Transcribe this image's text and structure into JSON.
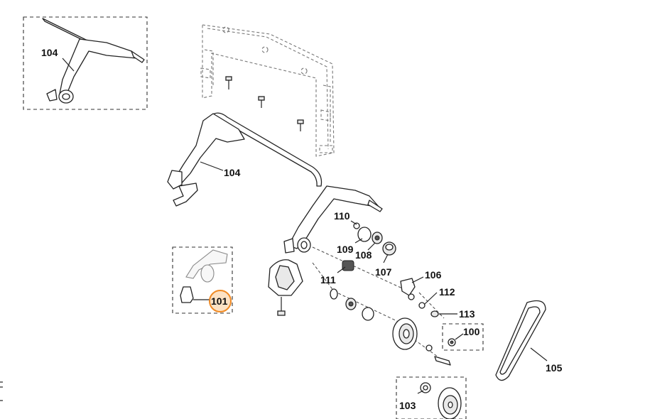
{
  "callouts": {
    "p104_detail": "104",
    "p104_main": "104",
    "p110": "110",
    "p109": "109",
    "p108": "108",
    "p107": "107",
    "p106": "106",
    "p111": "111",
    "p112": "112",
    "p113": "113",
    "p100": "100",
    "p105": "105",
    "p103": "103",
    "p101": "101"
  },
  "highlight": {
    "part": "101",
    "fill": "#fde2c4",
    "stroke": "#f08a24"
  }
}
